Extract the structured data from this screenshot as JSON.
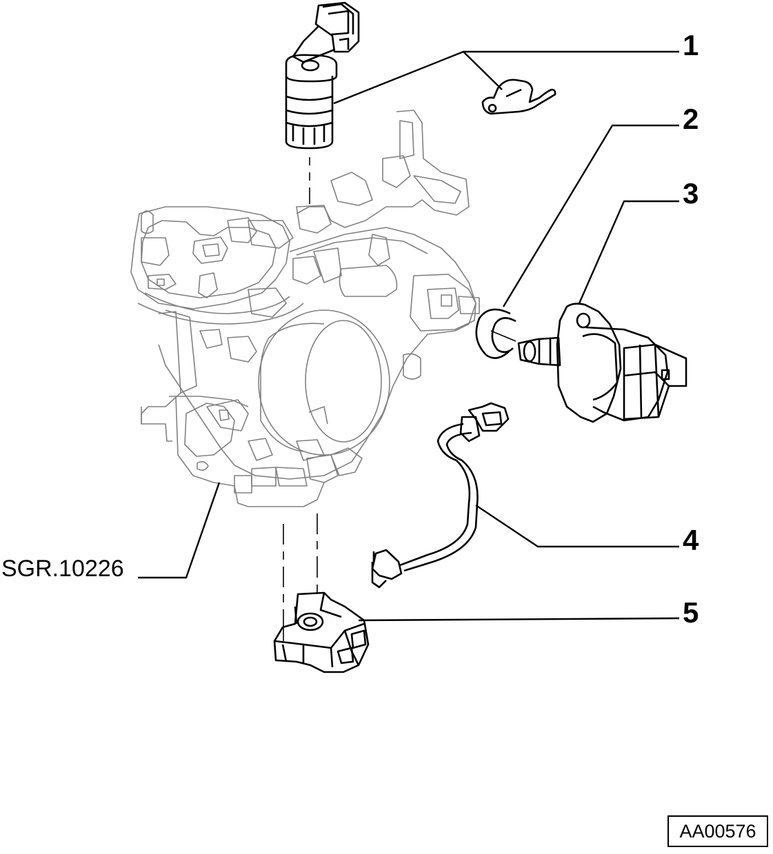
{
  "diagram": {
    "callouts": [
      {
        "id": "1",
        "label": "1"
      },
      {
        "id": "2",
        "label": "2"
      },
      {
        "id": "3",
        "label": "3"
      },
      {
        "id": "4",
        "label": "4"
      },
      {
        "id": "5",
        "label": "5"
      }
    ],
    "assembly_ref": "SGR.10226",
    "drawing_code": "AA00576"
  },
  "colors": {
    "ink": "#000000",
    "outline": "#808080",
    "background": "#ffffff"
  }
}
